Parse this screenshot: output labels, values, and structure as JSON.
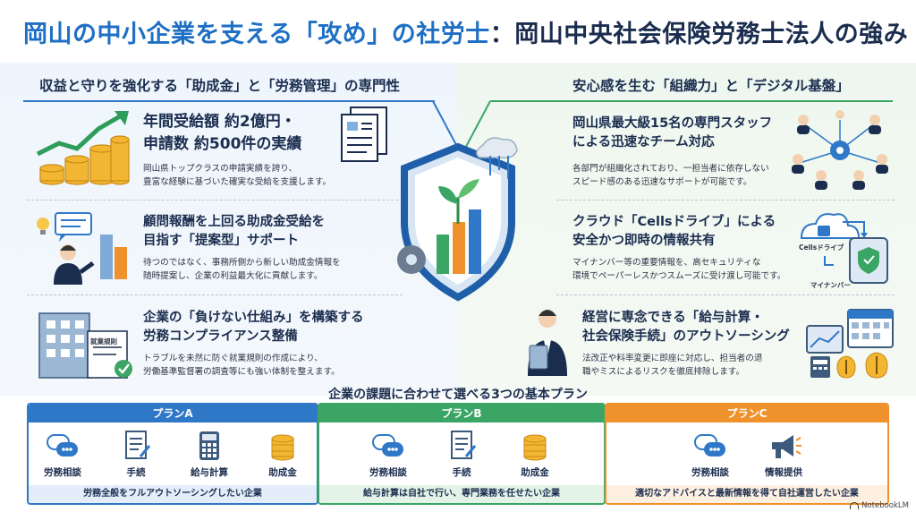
{
  "title": {
    "main": "岡山の中小企業を支える「攻め」の社労士：",
    "highlight_prefix": "岡山の中小企業を支える「攻め」の社労士",
    "suffix": "：岡山中央社会保険労務士法人の強み"
  },
  "left": {
    "heading": "収益と守りを強化する「助成金」と「労務管理」の専門性",
    "items": [
      {
        "title1": "年間受給額 約2億円・",
        "title2": "申請数 約500件の実績",
        "desc1": "岡山県トップクラスの申請実績を誇り、",
        "desc2": "豊富な経験に基づいた確実な受給を支援します。"
      },
      {
        "title1": "顧問報酬を上回る助成金受給を",
        "title2": "目指す「提案型」サポート",
        "desc1": "待つのではなく、事務所側から新しい助成金情報を",
        "desc2": "随時提案し、企業の利益最大化に貢献します。"
      },
      {
        "title1": "企業の「負けない仕組み」を構築する",
        "title2": "労務コンプライアンス整備",
        "desc1": "トラブルを未然に防ぐ就業規則の作成により、",
        "desc2": "労働基準監督署の調査等にも強い体制を整えます。",
        "doc_label": "就業規則"
      }
    ]
  },
  "right": {
    "heading": "安心感を生む「組織力」と「デジタル基盤」",
    "items": [
      {
        "title1": "岡山県最大級15名の専門スタッフ",
        "title2": "による迅速なチーム対応",
        "desc1": "各部門が組織化されており、一担当者に依存しない",
        "desc2": "スピード感のある迅速なサポートが可能です。"
      },
      {
        "title1": "クラウド「Cellsドライブ」による",
        "title2": "安全かつ即時の情報共有",
        "desc1": "マイナンバー等の重要情報を、高セキュリティな",
        "desc2": "環境でペーパーレスかつスムーズに受け渡し可能です。",
        "cloud_label": "Cellsドライブ",
        "id_label": "マイナンバー"
      },
      {
        "title1": "経営に専念できる「給与計算・",
        "title2": "社会保険手続」のアウトソーシング",
        "desc1": "法改正や料率変更に即座に対応し、担当者の退",
        "desc2": "職やミスによるリスクを徹底排除します。"
      }
    ]
  },
  "plans": {
    "heading": "企業の課題に合わせて選べる3つの基本プラン",
    "items": [
      {
        "name": "プランA",
        "color": "#2f78c8",
        "light": "#e3eefa",
        "icons": [
          {
            "icon": "chat-icon",
            "label": "労務相談"
          },
          {
            "icon": "document-icon",
            "label": "手続"
          },
          {
            "icon": "calculator-icon",
            "label": "給与計算"
          },
          {
            "icon": "coins-icon",
            "label": "助成金"
          }
        ],
        "footer": "労務全般をフルアウトソーシングしたい企業"
      },
      {
        "name": "プランB",
        "color": "#3aa564",
        "light": "#e3f3e7",
        "icons": [
          {
            "icon": "chat-icon",
            "label": "労務相談"
          },
          {
            "icon": "document-icon",
            "label": "手続"
          },
          {
            "icon": "coins-icon",
            "label": "助成金"
          }
        ],
        "footer": "給与計算は自社で行い、専門業務を任せたい企業"
      },
      {
        "name": "プランC",
        "color": "#f0922b",
        "light": "#fdf0e0",
        "icons": [
          {
            "icon": "chat-icon",
            "label": "労務相談"
          },
          {
            "icon": "megaphone-icon",
            "label": "情報提供"
          }
        ],
        "footer": "適切なアドバイスと最新情報を得て自社運営したい企業"
      }
    ]
  },
  "credit": "NotebookLM"
}
